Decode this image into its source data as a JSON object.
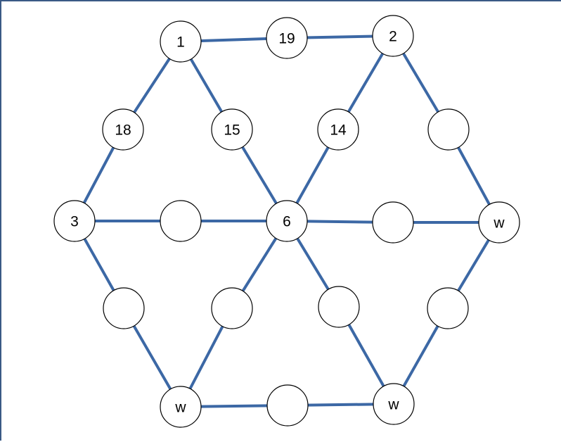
{
  "diagram": {
    "type": "hexagonal-node-graph",
    "colors": {
      "edge": "#3c68a5",
      "node_fill": "#ffffff",
      "node_stroke": "#000000",
      "frame": "#3a5a85"
    },
    "nodes": [
      {
        "id": "top-left-corner",
        "label": "1"
      },
      {
        "id": "top-mid",
        "label": "19"
      },
      {
        "id": "top-right-corner",
        "label": "2"
      },
      {
        "id": "upper-left-edge",
        "label": "18"
      },
      {
        "id": "upper-left-spoke",
        "label": "15"
      },
      {
        "id": "upper-right-spoke",
        "label": "14"
      },
      {
        "id": "upper-right-edge",
        "label": ""
      },
      {
        "id": "left-corner",
        "label": "3"
      },
      {
        "id": "left-spoke",
        "label": ""
      },
      {
        "id": "center",
        "label": "6"
      },
      {
        "id": "right-spoke",
        "label": ""
      },
      {
        "id": "right-corner",
        "label": "w"
      },
      {
        "id": "lower-left-edge",
        "label": ""
      },
      {
        "id": "lower-left-spoke",
        "label": ""
      },
      {
        "id": "lower-right-spoke",
        "label": ""
      },
      {
        "id": "lower-right-edge",
        "label": ""
      },
      {
        "id": "bottom-left-corner",
        "label": "w"
      },
      {
        "id": "bottom-mid",
        "label": ""
      },
      {
        "id": "bottom-right-corner",
        "label": "w"
      }
    ],
    "edges": [
      [
        "top-left-corner",
        "top-mid"
      ],
      [
        "top-mid",
        "top-right-corner"
      ],
      [
        "top-left-corner",
        "upper-left-edge"
      ],
      [
        "upper-left-edge",
        "left-corner"
      ],
      [
        "top-left-corner",
        "upper-left-spoke"
      ],
      [
        "upper-left-spoke",
        "center"
      ],
      [
        "top-right-corner",
        "upper-right-spoke"
      ],
      [
        "upper-right-spoke",
        "center"
      ],
      [
        "top-right-corner",
        "upper-right-edge"
      ],
      [
        "upper-right-edge",
        "right-corner"
      ],
      [
        "left-corner",
        "left-spoke"
      ],
      [
        "left-spoke",
        "center"
      ],
      [
        "center",
        "right-spoke"
      ],
      [
        "right-spoke",
        "right-corner"
      ],
      [
        "left-corner",
        "lower-left-edge"
      ],
      [
        "lower-left-edge",
        "bottom-left-corner"
      ],
      [
        "center",
        "lower-left-spoke"
      ],
      [
        "lower-left-spoke",
        "bottom-left-corner"
      ],
      [
        "center",
        "lower-right-spoke"
      ],
      [
        "lower-right-spoke",
        "bottom-right-corner"
      ],
      [
        "right-corner",
        "lower-right-edge"
      ],
      [
        "lower-right-edge",
        "bottom-right-corner"
      ],
      [
        "bottom-left-corner",
        "bottom-mid"
      ],
      [
        "bottom-mid",
        "bottom-right-corner"
      ]
    ]
  }
}
